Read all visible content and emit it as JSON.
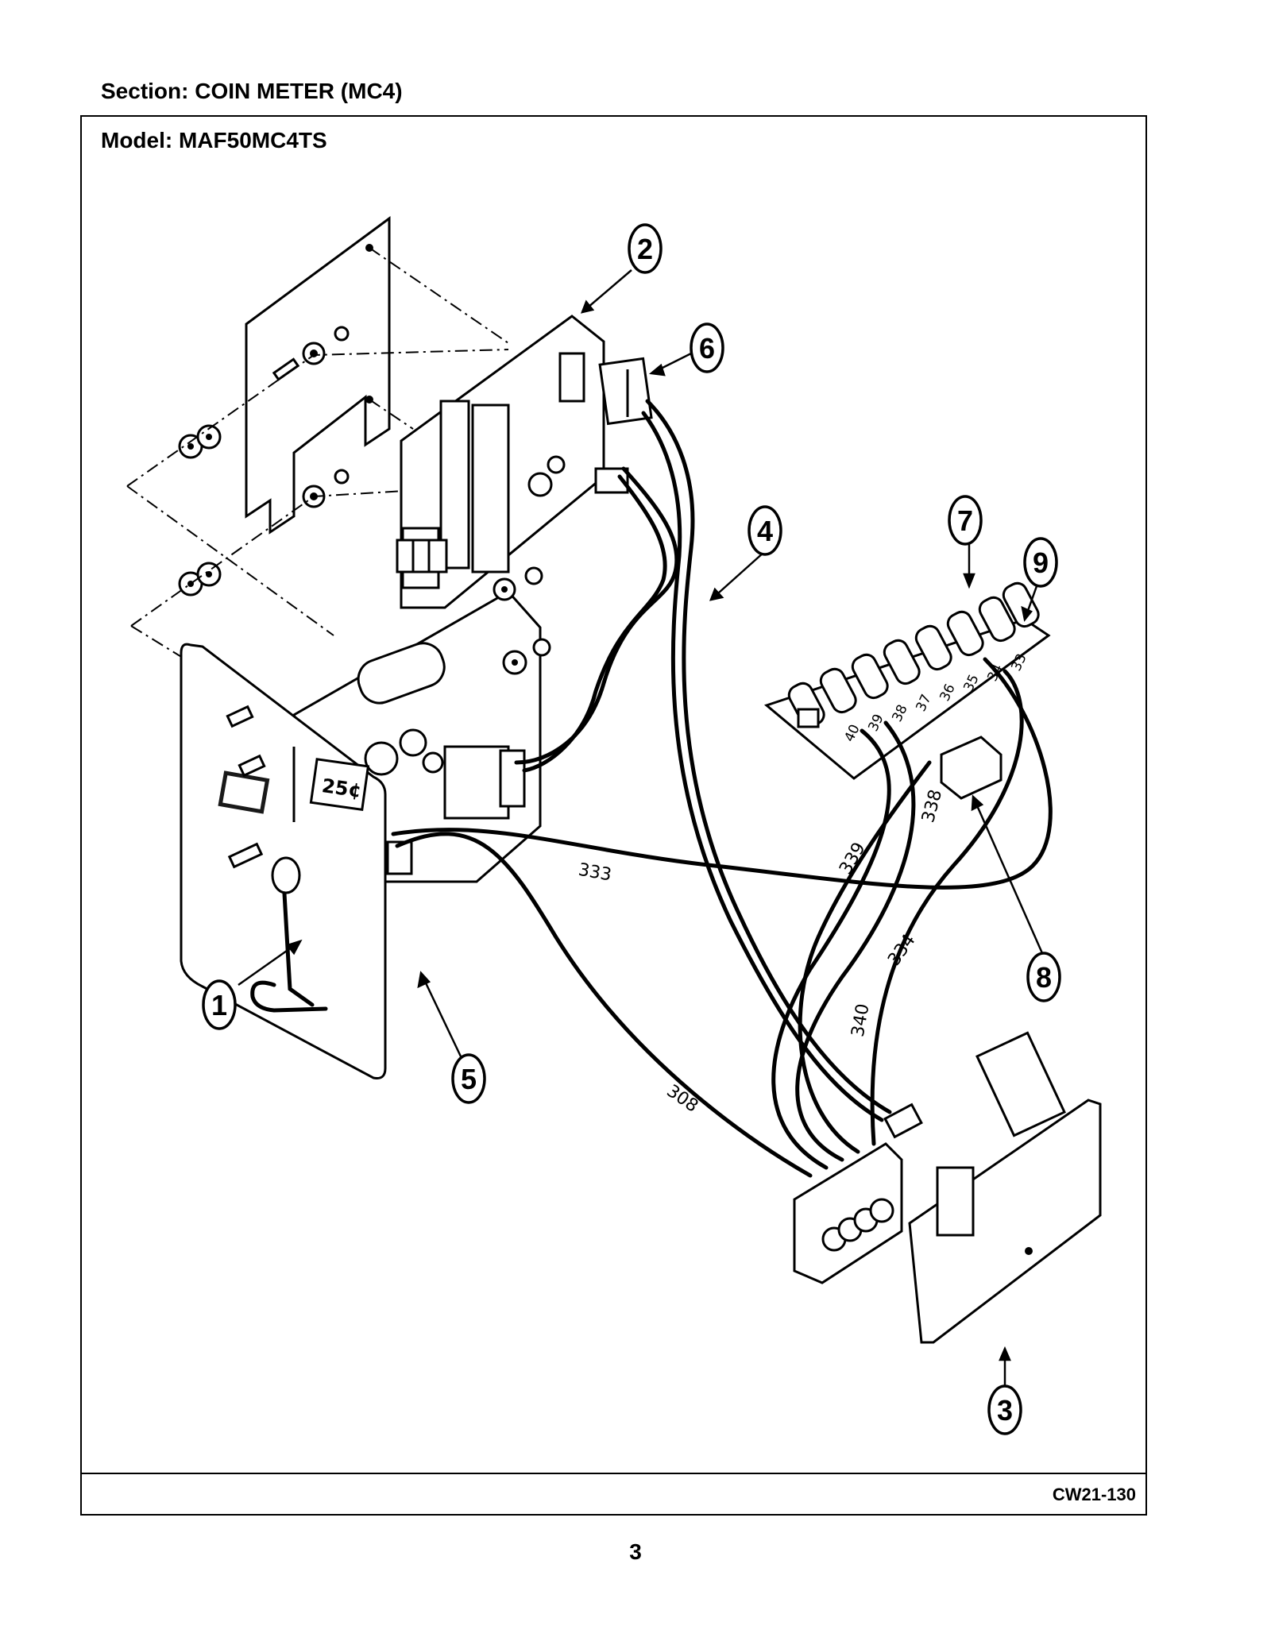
{
  "header": {
    "section": "Section:  COIN METER (MC4)",
    "model": "Model:  MAF50MC4TS"
  },
  "footer": {
    "drawing_code": "CW21-130",
    "page_number": "3"
  },
  "coin_label": "25¢",
  "callouts": [
    "1",
    "2",
    "3",
    "4",
    "5",
    "6",
    "7",
    "8",
    "9"
  ],
  "wire_labels": [
    "333",
    "308",
    "339",
    "338",
    "334",
    "340"
  ],
  "terminal_labels": [
    "40",
    "39",
    "38",
    "37",
    "36",
    "35",
    "34",
    "33"
  ]
}
